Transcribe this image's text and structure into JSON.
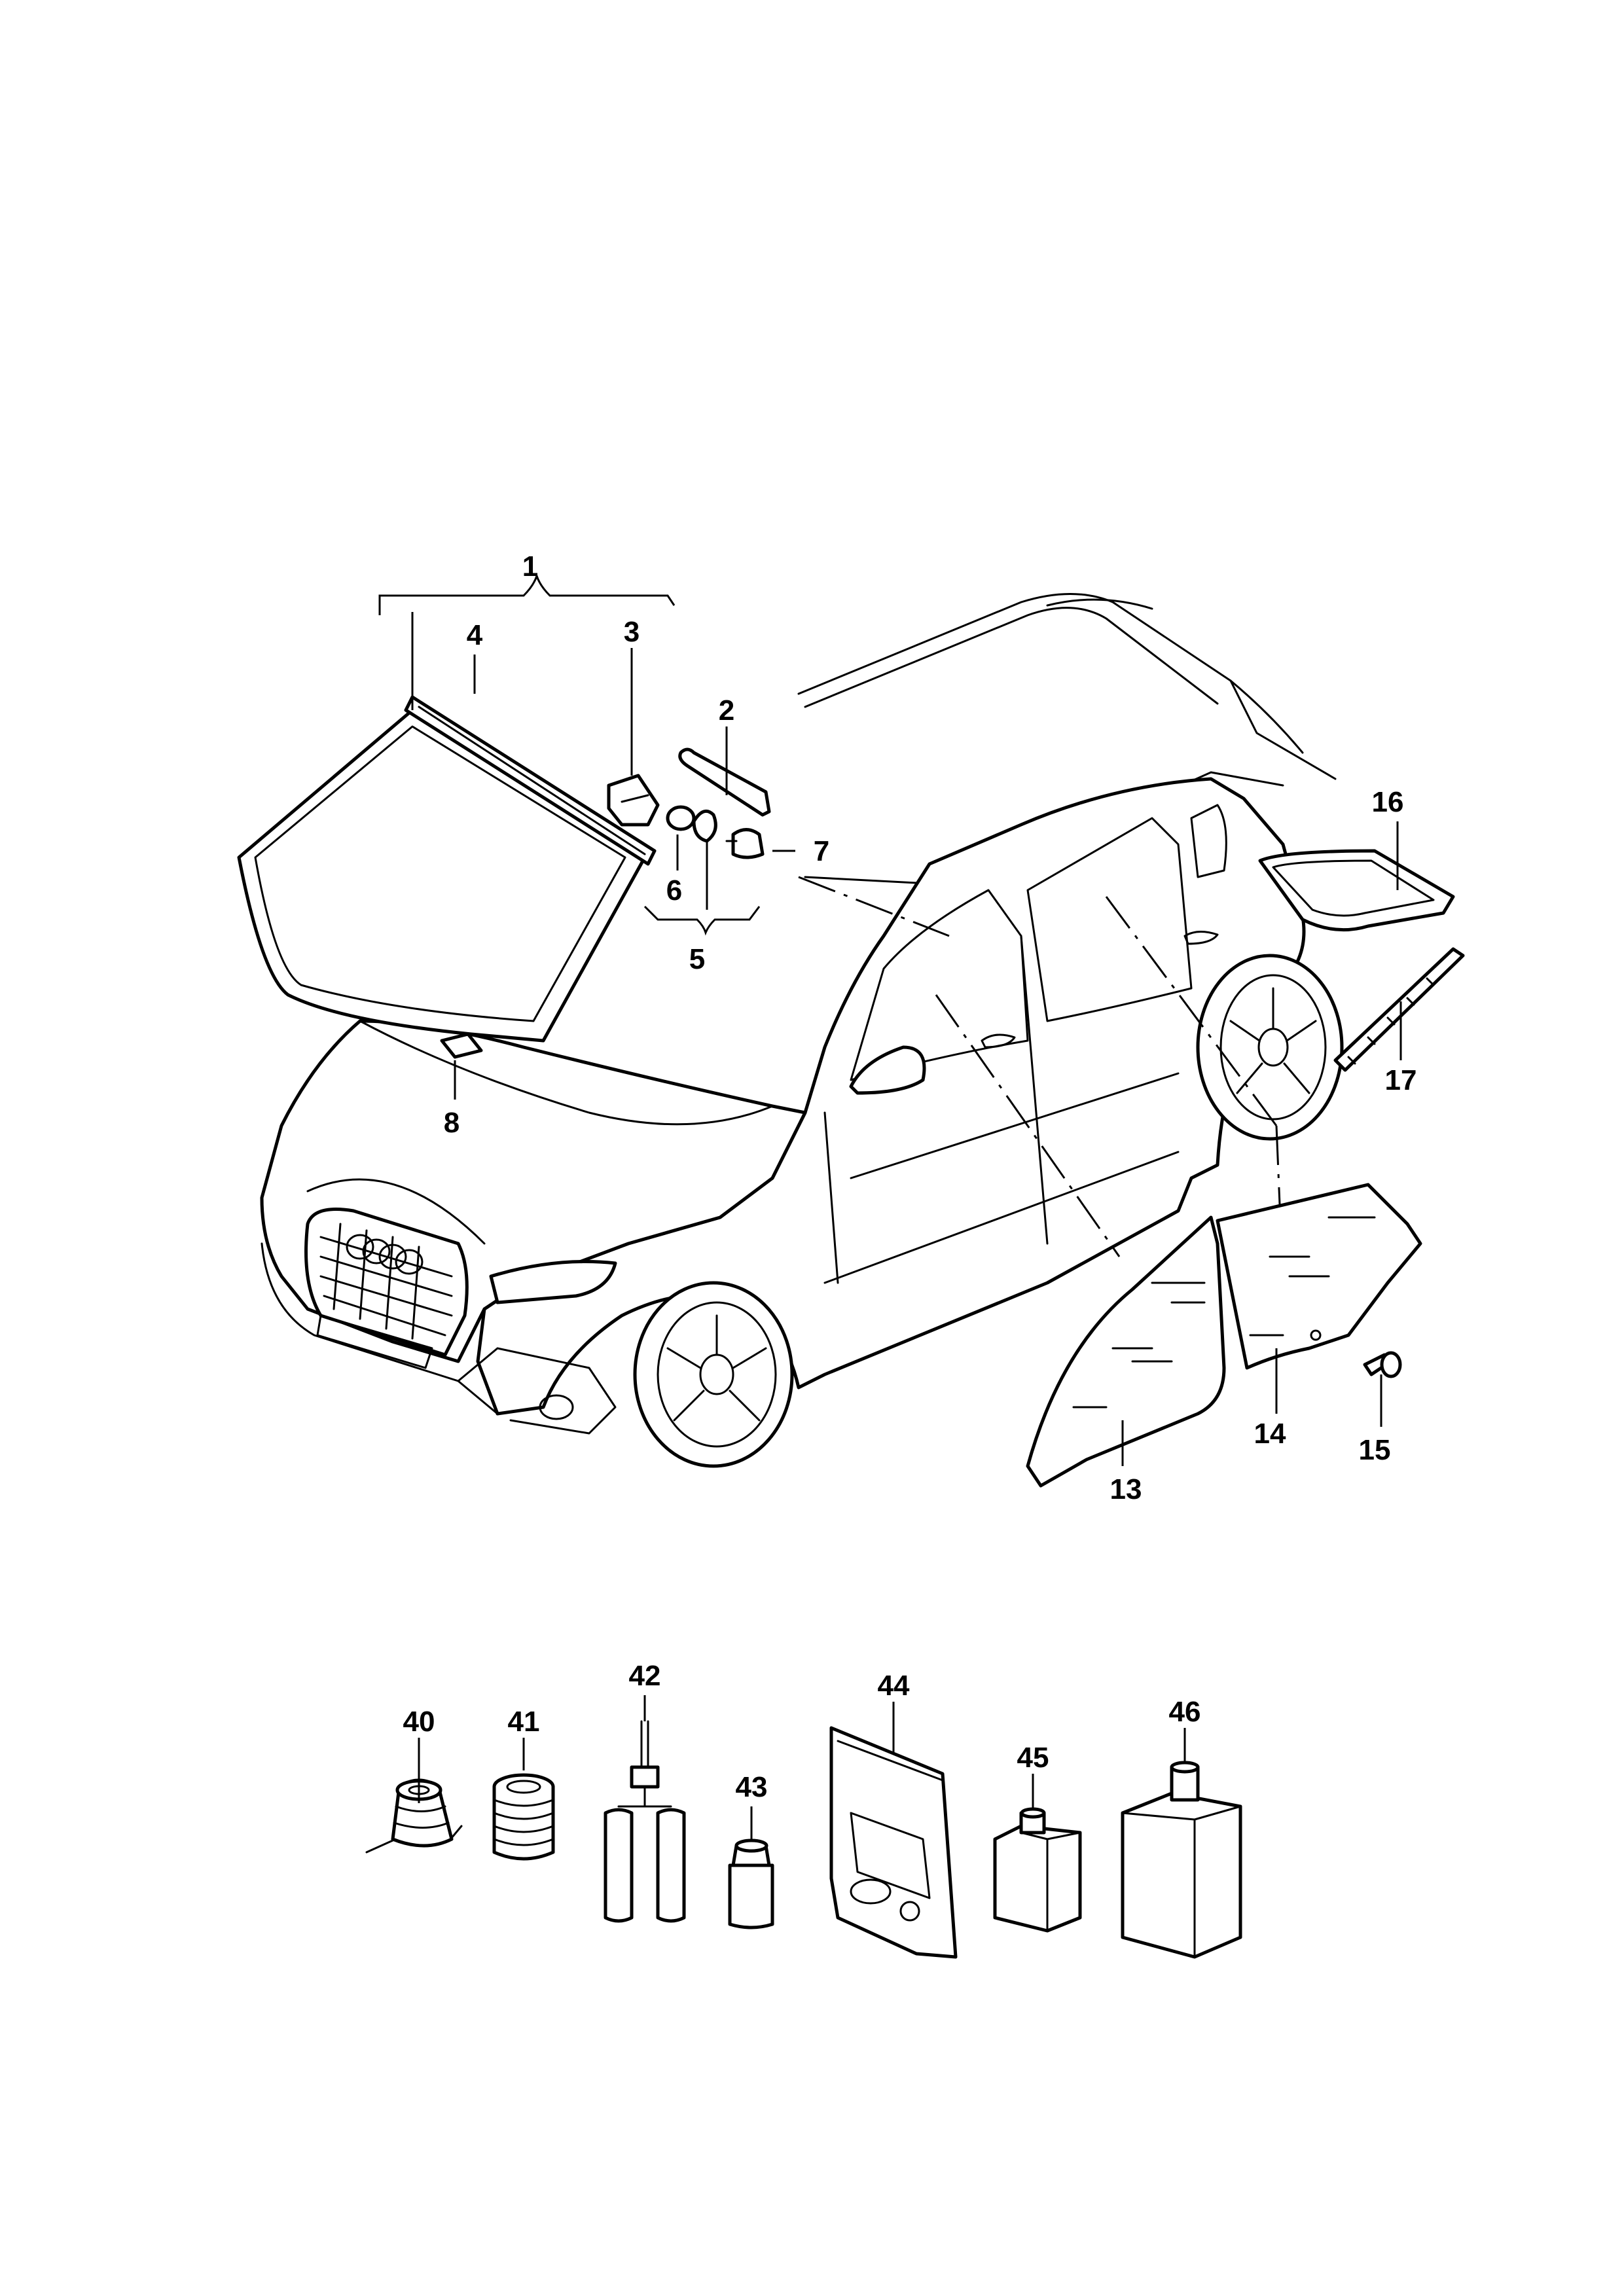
{
  "callouts": {
    "c1": "1",
    "c2": "2",
    "c3": "3",
    "c4": "4",
    "c5": "5",
    "c6": "6",
    "c7": "7",
    "c8": "8",
    "c13": "13",
    "c14": "14",
    "c15": "15",
    "c16": "16",
    "c17": "17",
    "c40": "40",
    "c41": "41",
    "c42": "42",
    "c43": "43",
    "c44": "44",
    "c45": "45",
    "c46": "46"
  },
  "colors": {
    "line": "#000000",
    "background": "#ffffff"
  }
}
